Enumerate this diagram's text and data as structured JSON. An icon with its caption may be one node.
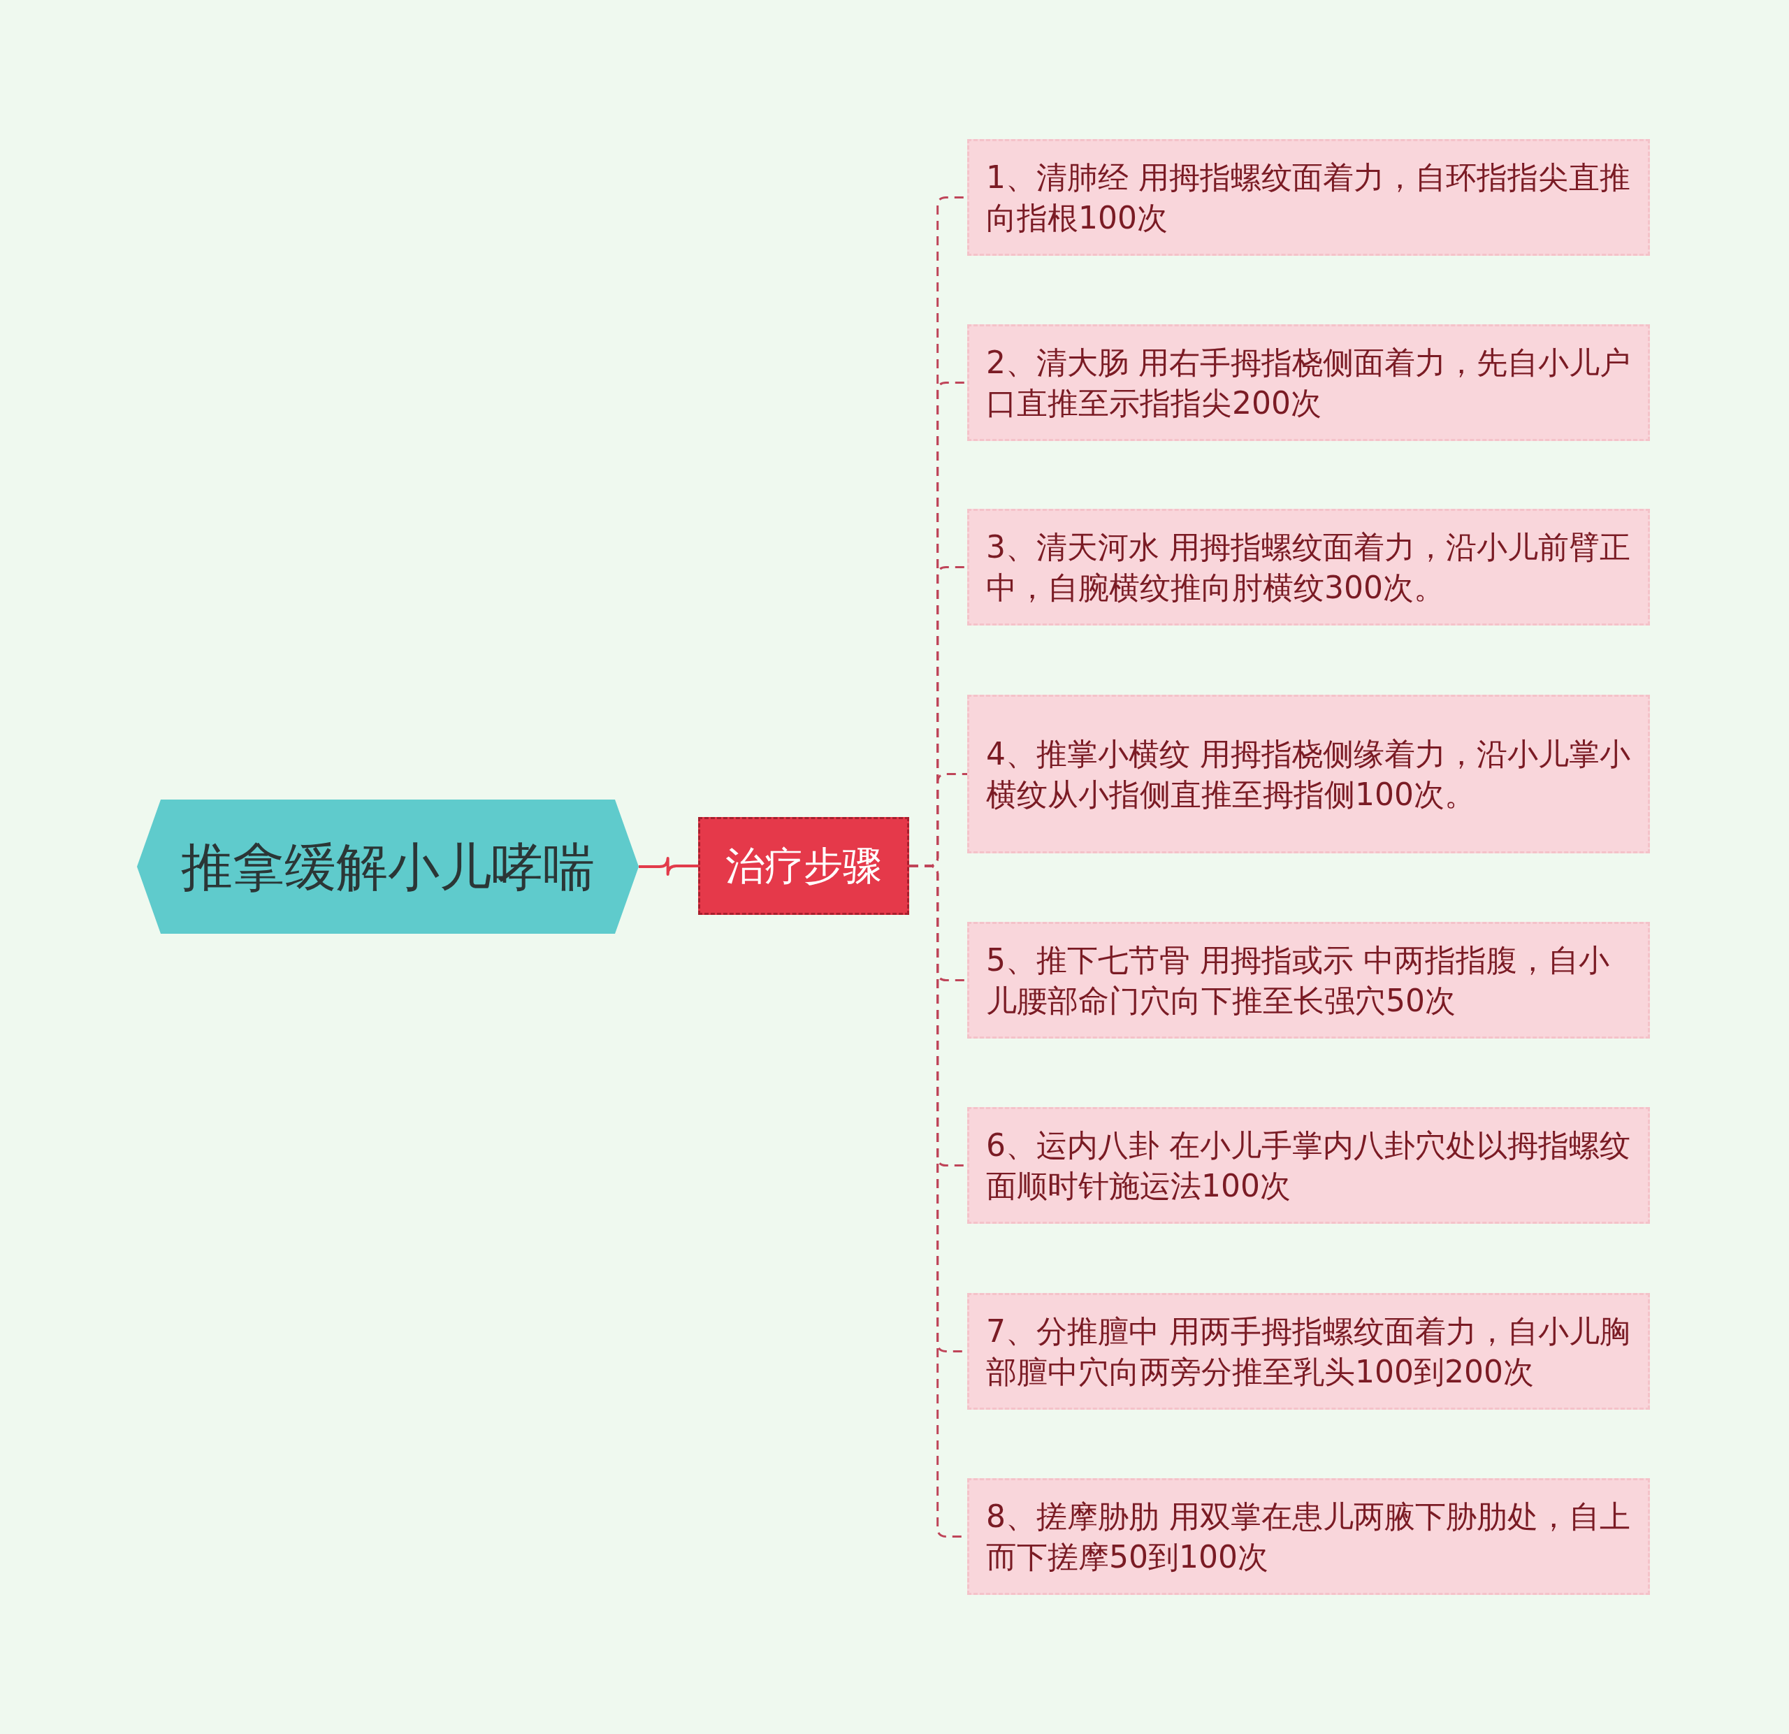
{
  "diagram": {
    "nodes": [
      {
        "text": [
          "推拿缓解小儿哮喘"
        ]
      },
      {
        "text": [
          "治疗步骤"
        ]
      },
      {
        "text": [
          "1、清肺经 用拇指螺纹面着力，自环指指尖直推向指根100次"
        ]
      },
      {
        "text": [
          "2、清大肠 用右手拇指桡侧面着力，先自小儿户口直推至示指指尖200次"
        ]
      },
      {
        "text": [
          "3、清天河水 用拇指螺纹面着力，沿小儿前臂正中，自腕横纹推向肘横纹300次。"
        ]
      },
      {
        "text": [
          "4、推掌小横纹 用拇指桡侧缘着力，沿小儿掌小横纹从小指侧直推至拇指侧100次。"
        ]
      },
      {
        "text": [
          "5、推下七节骨 用拇指或示 中两指指腹，自小儿腰部命门穴向下推至长强穴50次"
        ]
      },
      {
        "text": [
          "6、运内八卦 在小儿手掌内八卦穴处以拇指螺纹面顺时针施运法100次"
        ]
      },
      {
        "text": [
          "7、分推膻中 用两手拇指螺纹面着力，自小儿胸部膻中穴向两旁分推至乳头100到200次"
        ]
      },
      {
        "text": [
          "8、搓摩胁肋 用双掌在患儿两腋下胁肋处，自上而下搓摩50到100次"
        ]
      }
    ],
    "edges": [
      {
        "from": 0,
        "to": 1,
        "arrow": "none",
        "color": "#e23b4a"
      },
      {
        "from": 1,
        "to": 2,
        "arrow": "none",
        "style": "dashed"
      },
      {
        "from": 1,
        "to": 3,
        "arrow": "none",
        "style": "dashed"
      },
      {
        "from": 1,
        "to": 4,
        "arrow": "none",
        "style": "dashed"
      },
      {
        "from": 1,
        "to": 5,
        "arrow": "none",
        "style": "dashed"
      },
      {
        "from": 1,
        "to": 6,
        "arrow": "none",
        "style": "dashed"
      },
      {
        "from": 1,
        "to": 7,
        "arrow": "none",
        "style": "dashed"
      },
      {
        "from": 1,
        "to": 8,
        "arrow": "none",
        "style": "dashed"
      },
      {
        "from": 1,
        "to": 9,
        "arrow": "none",
        "style": "dashed"
      }
    ]
  }
}
